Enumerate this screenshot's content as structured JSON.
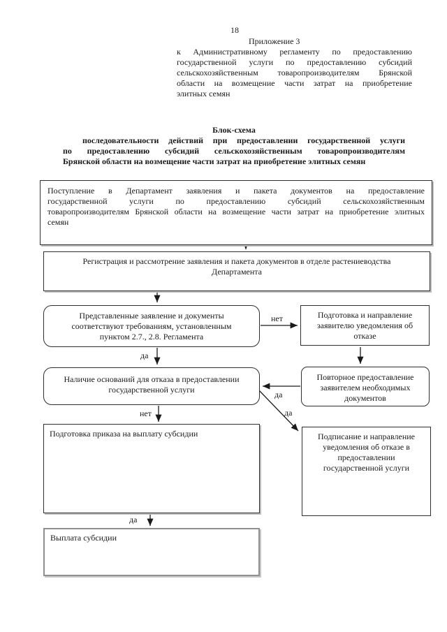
{
  "colors": {
    "background": "#ffffff",
    "text": "#1a1a1a",
    "box_border": "#2e2e2e",
    "gray_box_border": "#8f8f8f"
  },
  "page": {
    "number": "18",
    "appendix": "Приложение 3",
    "regulation_lines": [
      "к Административному регламенту по предоставлению",
      "государственной услуги по предоставлению субсидий",
      "сельскохозяйственным товаропроизводителям Брянской",
      "области на возмещение части затрат на приобретение",
      "элитных семян"
    ]
  },
  "title": {
    "line1": "Блок-схема",
    "line2": "последовательности действий при предоставлении государственной услуги",
    "line3": "по предоставлению субсидий сельскохозяйственным товаропроизводителям",
    "line4": "Брянской области на возмещение части затрат на приобретение элитных семян"
  },
  "flowchart": {
    "box_receipt": {
      "lines": [
        "Поступление в Департамент заявления и пакета документов на предоставление",
        "государственной услуги по предоставлению субсидий сельскохозяйственным",
        "товаропроизводителям Брянской области на возмещение части затрат на приобретение элитных",
        "семян"
      ]
    },
    "box_registration": {
      "lines": [
        "Регистрация и рассмотрение заявления и пакета документов в отделе растениеводства",
        "Департамента"
      ]
    },
    "box_compliance": {
      "lines": [
        "Представленные заявление и документы",
        "соответствуют требованиям, установленным",
        "пунктом 2.7., 2.8. Регламента"
      ]
    },
    "box_refusal_notice": {
      "lines": [
        "Подготовка и направление",
        "заявителю уведомления об",
        "отказе"
      ]
    },
    "box_refusal_grounds": {
      "lines": [
        "Наличие оснований для отказа в предоставлении",
        "государственной услуги"
      ]
    },
    "box_resubmission": {
      "lines": [
        "Повторное предоставление",
        "заявителем необходимых",
        "документов"
      ]
    },
    "box_order": {
      "text": "Подготовка приказа на выплату субсидии"
    },
    "box_sign_notice": {
      "lines": [
        "Подписание и направление",
        "уведомления об отказе в",
        "предоставлении",
        "государственной услуги"
      ]
    },
    "box_payment": {
      "text": "Выплата субсидии"
    },
    "labels": {
      "no1": "нет",
      "yes1": "да",
      "yes2": "да",
      "yes3": "да",
      "no2": "нет",
      "yes4": "да"
    }
  }
}
